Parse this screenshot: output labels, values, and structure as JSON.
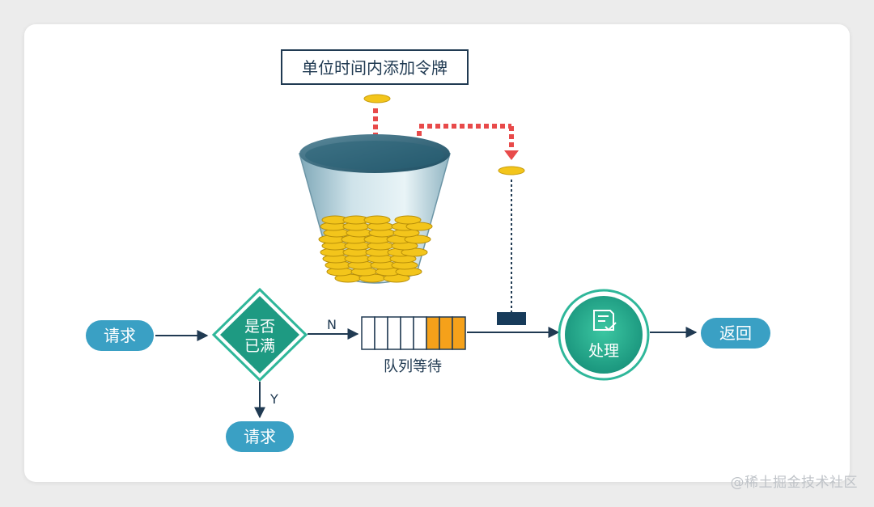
{
  "diagram": {
    "title_box": "单位时间内添加令牌",
    "start_node": "请求",
    "decision": {
      "line1": "是否",
      "line2": "已满"
    },
    "branch_no": "N",
    "branch_yes": "Y",
    "queue_label": "队列等待",
    "queue_cells": {
      "total": 8,
      "filled": 3
    },
    "reject_node": "请求",
    "process_node": "处理",
    "return_node": "返回"
  },
  "watermark": "@稀土掘金技术社区",
  "colors": {
    "teal_dark": "#1e8e7c",
    "green_accent": "#2fb79a",
    "blue_pill": "#3aa0c4",
    "navy": "#203a52",
    "red_arrow": "#e84a4a",
    "coin_gold": "#f3c51b",
    "queue_orange": "#f5a11a"
  }
}
